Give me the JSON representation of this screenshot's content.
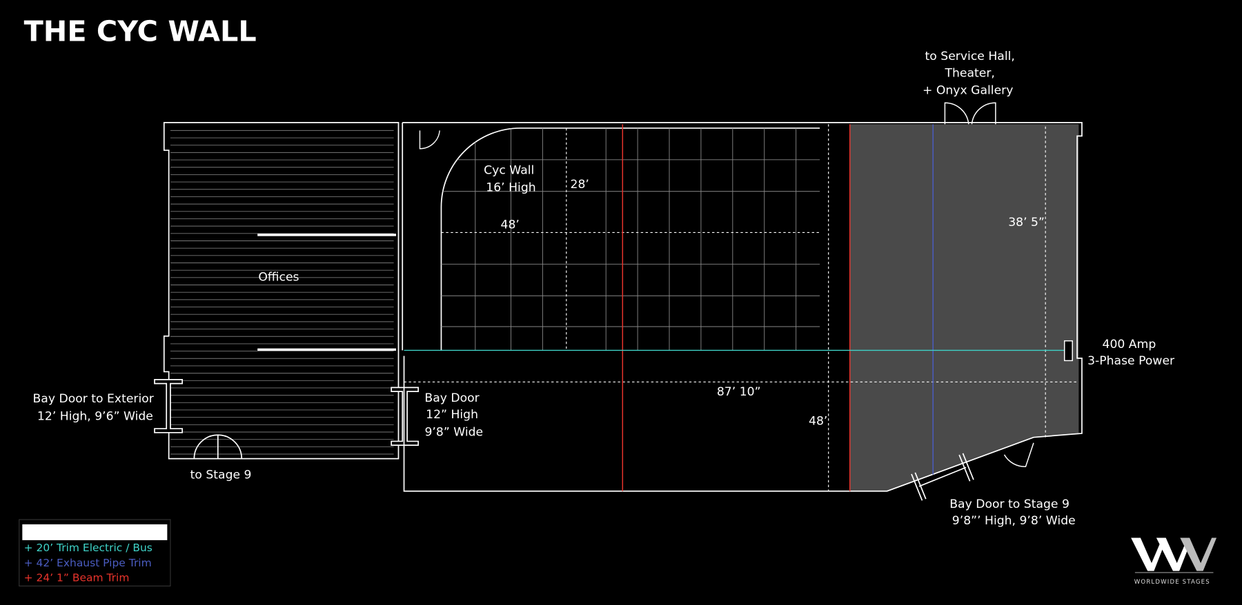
{
  "title": "THE CYC WALL",
  "labels": {
    "service_hall": [
      "to Service Hall,",
      "Theater,",
      "+  Onyx Gallery"
    ],
    "cyc_wall": [
      "Cyc Wall",
      "16’ High"
    ],
    "dim_28": "28’",
    "dim_48_top": "48’",
    "dim_38_5": "38’ 5”",
    "offices": "Offices",
    "power": [
      "400 Amp",
      "3-Phase Power"
    ],
    "bay_door_exterior": [
      "Bay Door to Exterior",
      "12’ High, 9’6” Wide"
    ],
    "bay_door_middle": [
      "Bay Door",
      "12” High",
      "9’8” Wide"
    ],
    "dim_87_10": "87’ 10”",
    "dim_48_bottom": "48’",
    "to_stage_9": "to Stage 9",
    "bay_door_stage9": [
      "Bay Door to Stage 9",
      "9’8”’ High, 9’8’ Wide"
    ]
  },
  "legend": {
    "items": [
      {
        "text": "+  20’  Trim Electric / Bus",
        "color": "#3fd3c8"
      },
      {
        "text": "+  42’ Exhaust Pipe Trim",
        "color": "#4a5cc0"
      },
      {
        "text": "+  24’ 1” Beam Trim",
        "color": "#e8332b"
      }
    ]
  },
  "logo": {
    "mark": "WW",
    "name": "WORLDWIDE STAGES"
  },
  "colors": {
    "cyan": "#3fd3c8",
    "blue": "#4a5cc0",
    "red": "#e8332b",
    "gray": "#4a4a4a"
  }
}
